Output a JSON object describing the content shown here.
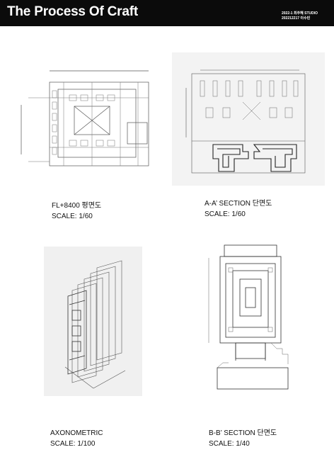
{
  "header": {
    "title": "The Process Of Craft",
    "meta_line1": "2022-1 최주혜 STUDIO",
    "meta_line2": "202212217 이수빈"
  },
  "drawings": [
    {
      "title": "FL+8400 평면도",
      "scale": "SCALE: 1/60"
    },
    {
      "title": "A-A’ SECTION 단면도",
      "scale": "SCALE: 1/60"
    },
    {
      "title": "AXONOMETRIC",
      "scale": "SCALE: 1/100"
    },
    {
      "title": "B-B’ SECTION 단면도",
      "scale": "SCALE: 1/40"
    }
  ],
  "colors": {
    "header_bg": "#0b0b0b",
    "header_text": "#ffffff",
    "ink": "#3a3a3a",
    "paper": "#f1f1f1"
  }
}
